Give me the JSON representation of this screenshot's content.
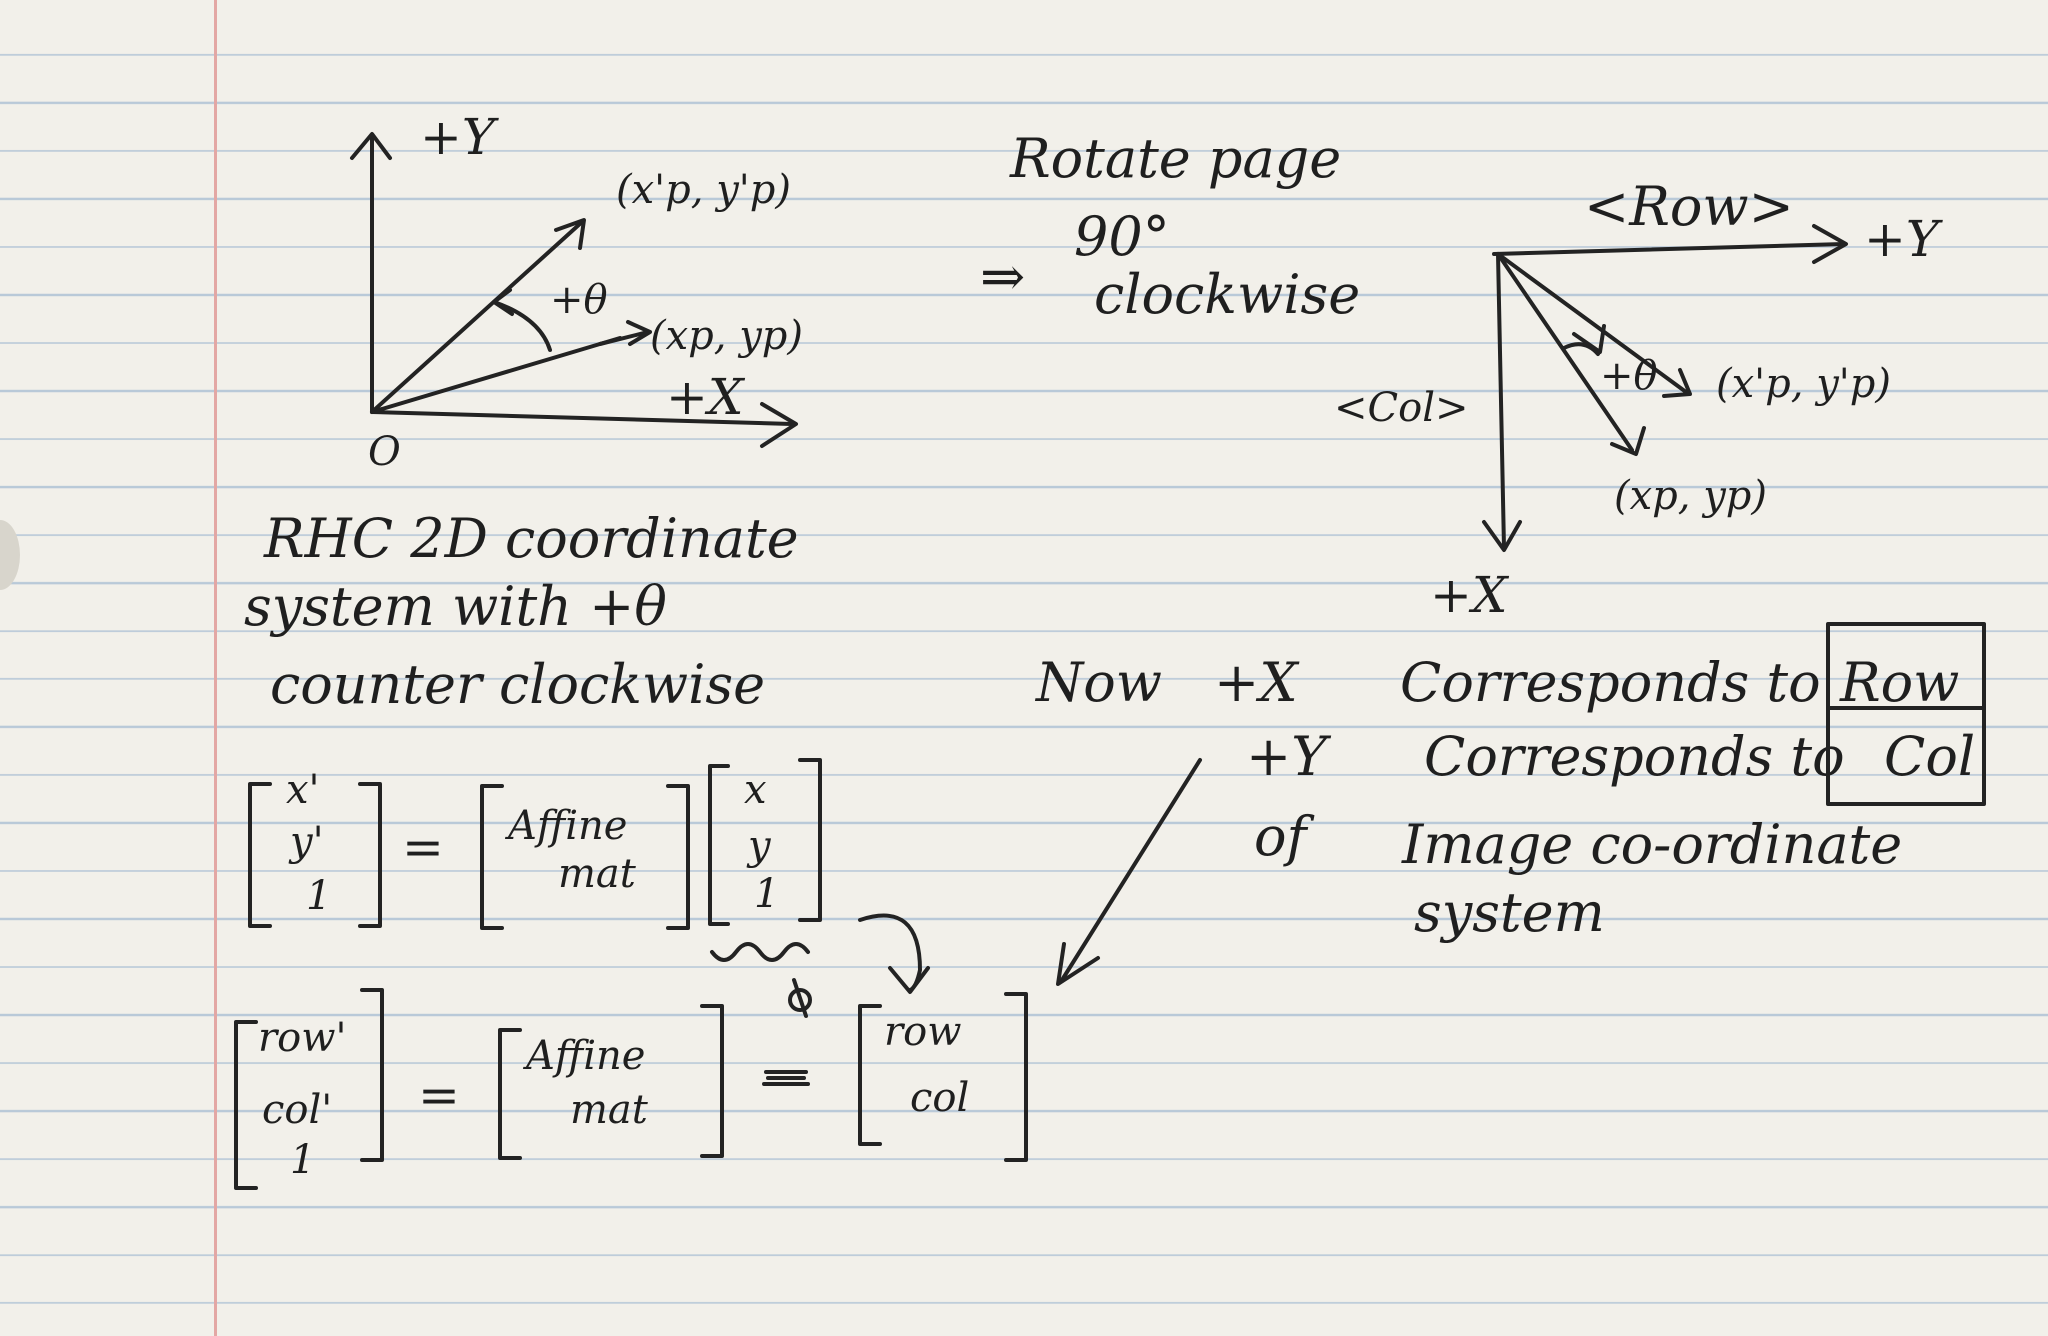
{
  "ruled_line_color": "#b9c9d8",
  "margin_line_color": "#e3a7a4",
  "ink_color": "#232323",
  "left_axes": {
    "y_label": "+Y",
    "x_label": "+X",
    "origin_label": "O",
    "rotated_point": "(x'p, y'p)",
    "original_point": "(xp, yp)",
    "angle_label": "+θ"
  },
  "left_caption": {
    "line1": "RHC   2D coordinate",
    "line2": "system  with  +θ",
    "line3": "counter  clockwise"
  },
  "rotate_note": {
    "arrow": "⇒",
    "line1": "Rotate page",
    "line2": "90°",
    "line3": "clockwise"
  },
  "right_axes": {
    "row_label": "<Row>",
    "y_label": "+Y",
    "col_label": "<Col>",
    "x_label": "+X",
    "angle_label": "+θ",
    "rotated_point": "(x'p, y'p)",
    "original_point": "(xp, yp)"
  },
  "correspondence": {
    "now": "Now",
    "x_axis": "+X",
    "y_axis": "+Y",
    "phrase": "Corresponds to",
    "row": "Row",
    "col": "Col",
    "of_text": "of",
    "image_line1": "Image co-ordinate",
    "image_line2": "system"
  },
  "equation1": {
    "lhs": [
      "x'",
      "y'",
      "1"
    ],
    "equals": "=",
    "matrix_line1": "Affine",
    "matrix_line2": "mat",
    "rhs": [
      "x",
      "y",
      "1"
    ]
  },
  "equation2": {
    "lhs": [
      "row'",
      "col'",
      "1"
    ],
    "equals": "=",
    "matrix_line1": "Affine",
    "matrix_line2": "mat",
    "rhs": [
      "row",
      "col"
    ]
  }
}
